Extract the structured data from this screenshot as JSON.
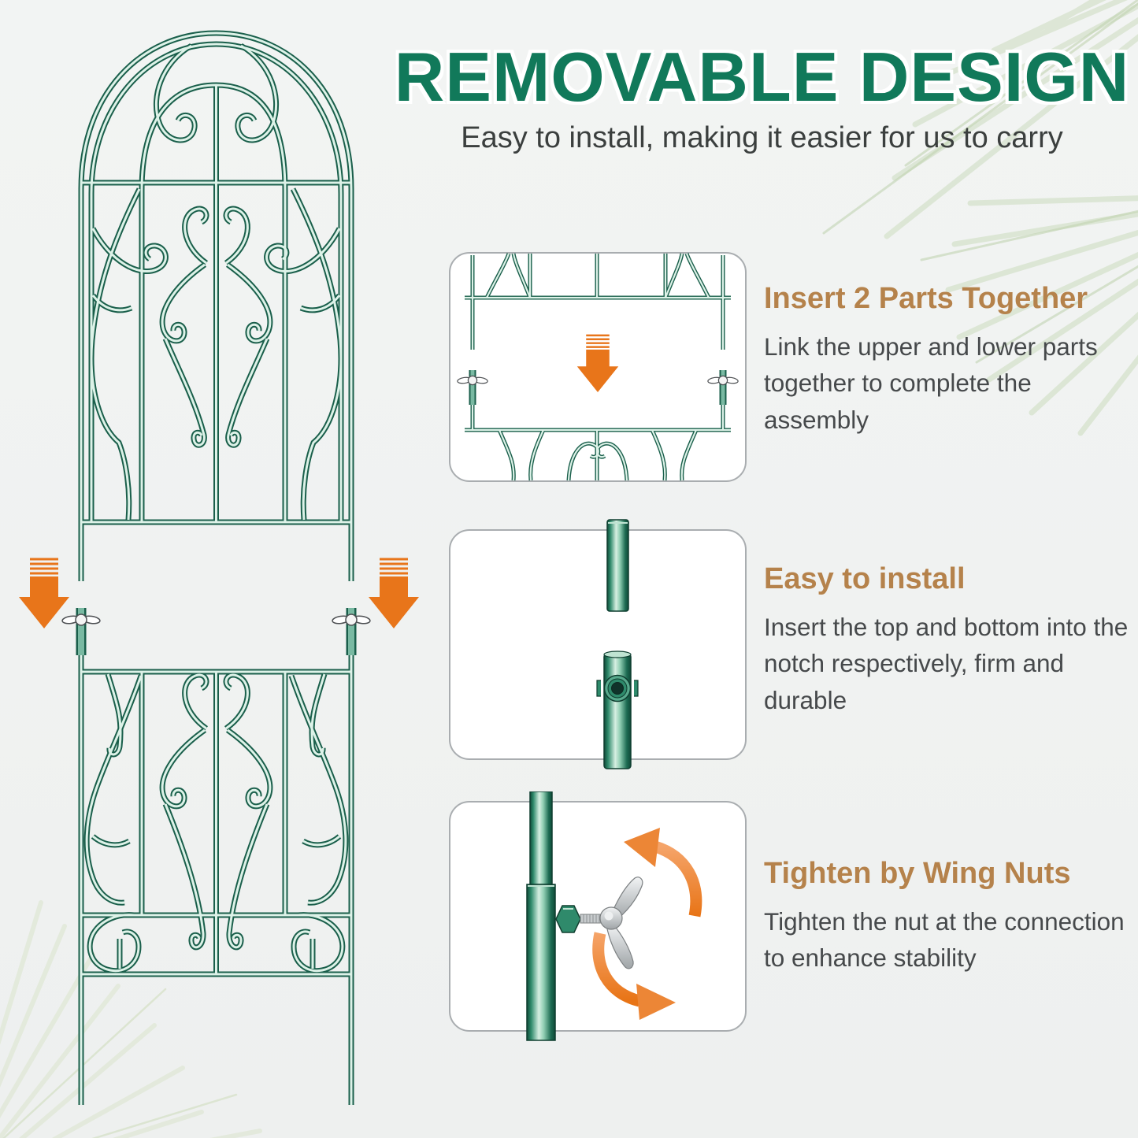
{
  "header": {
    "title": "REMOVABLE DESIGN",
    "subtitle": "Easy to install, making it easier for us to carry"
  },
  "steps": [
    {
      "heading": "Insert 2 Parts Together",
      "body": "Link the upper and lower parts together to complete the assembly",
      "icon": "trellis-joint-down-arrow-diagram"
    },
    {
      "heading": "Easy to install",
      "body": "Insert the top and bottom into the notch respectively, firm and durable",
      "icon": "pole-notch-diagram"
    },
    {
      "heading": "Tighten by Wing Nuts",
      "body": "Tighten the nut at the connection to enhance stability",
      "icon": "wing-nut-rotation-diagram"
    }
  ],
  "illustration": {
    "left_graphic": "arched-garden-trellis-split-in-two-parts",
    "arrow_icons": "orange-down-arrows",
    "background_decor": "pale-palm-leaves"
  },
  "colors": {
    "title_green": "#11795a",
    "heading_brown": "#b5824b",
    "arrow_orange": "#e8751a",
    "trellis_dark": "#1a5f4b",
    "trellis_light": "#ddf2e8",
    "panel_border": "#a9adb0",
    "background": "#f0f2f1"
  }
}
